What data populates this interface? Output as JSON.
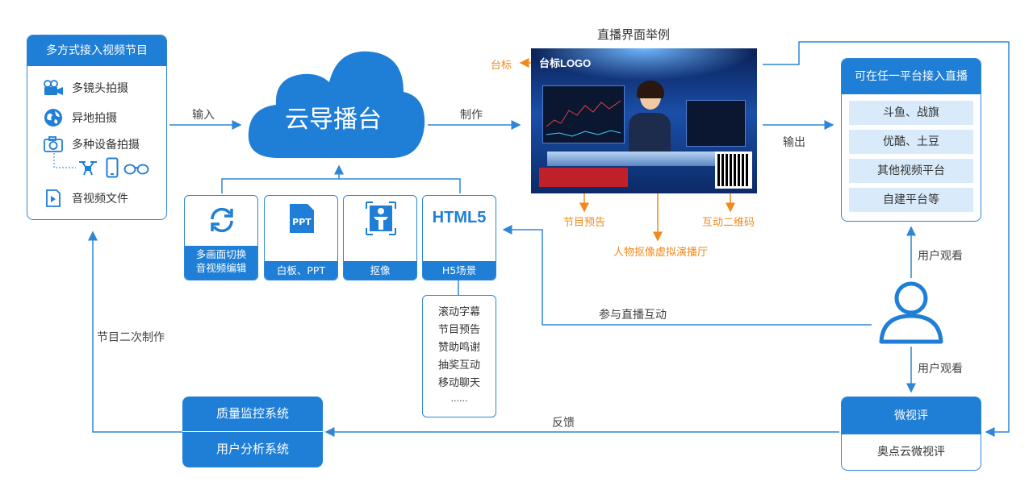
{
  "sources": {
    "title": "多方式接入视频节目",
    "items": [
      {
        "label": "多镜头拍摄",
        "icon": "video-camera-icon"
      },
      {
        "label": "异地拍摄",
        "icon": "globe-icon"
      },
      {
        "label": "多种设备拍摄",
        "icon": "camera-icon"
      },
      {
        "label": "音视频文件",
        "icon": "media-file-icon"
      }
    ],
    "device_icons": [
      "drone-icon",
      "phone-icon",
      "vr-glasses-icon"
    ]
  },
  "cloud": {
    "label": "云导播台"
  },
  "arrows": {
    "input": "输入",
    "produce": "制作",
    "output": "输出",
    "interact": "参与直播互动",
    "watch_1": "用户观看",
    "watch_2": "用户观看",
    "feedback": "反馈",
    "secondary": "节目二次制作"
  },
  "tools": [
    {
      "icon": "refresh-icon",
      "caption": "多画面切换\n音视频编辑"
    },
    {
      "icon": "ppt-icon",
      "caption": "白板、PPT"
    },
    {
      "icon": "keying-person-icon",
      "caption": "抠像"
    },
    {
      "icon_text": "HTML5",
      "caption": "H5场景"
    }
  ],
  "h5_features": [
    "滚动字幕",
    "节目预告",
    "赞助鸣谢",
    "抽奖互动",
    "移动聊天",
    "......"
  ],
  "live_example": {
    "title": "直播界面举例",
    "station_logo": "台标LOGO",
    "callouts": {
      "station": "台标",
      "preview": "节目预告",
      "virtual": "人物抠像虚拟演播厅",
      "qr": "互动二维码"
    }
  },
  "platforms": {
    "title": "可在任一平台接入直播",
    "items": [
      "斗鱼、战旗",
      "优酷、土豆",
      "其他视频平台",
      "自建平台等"
    ]
  },
  "review": {
    "title": "微视评",
    "subtitle": "奥点云微视评"
  },
  "monitor": {
    "items": [
      "质量监控系统",
      "用户分析系统"
    ]
  },
  "colors": {
    "accent": "#1f7ed6",
    "callout": "#f08a1c",
    "light": "#d9ebfb"
  }
}
